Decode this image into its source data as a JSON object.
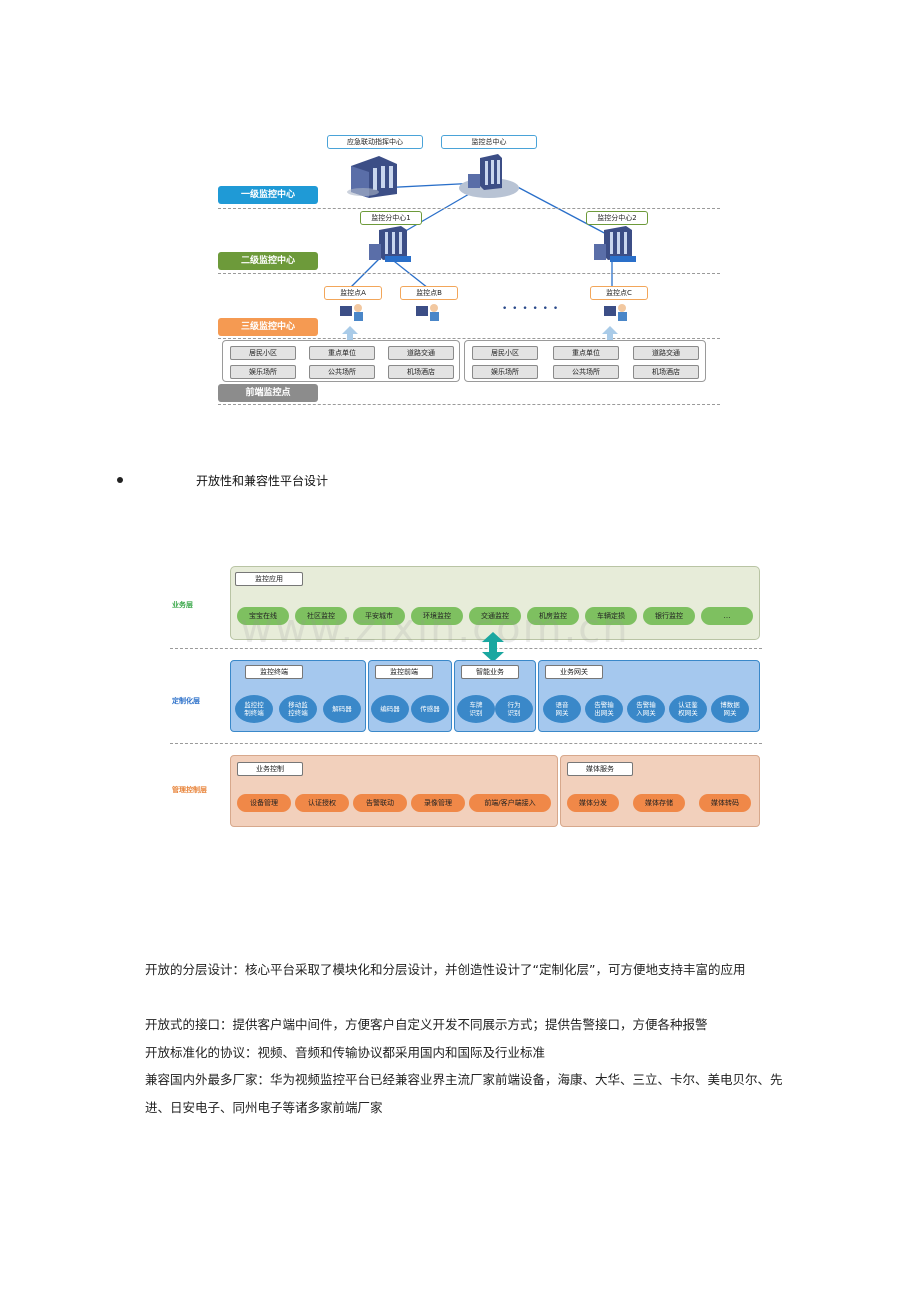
{
  "figure1": {
    "levels": [
      "一级监控中心",
      "二级监控中心",
      "三级监控中心",
      "前端监控点"
    ],
    "level_colors": [
      "#1f9ad6",
      "#6d9a3a",
      "#f59a52",
      "#8c8c8c"
    ],
    "centers": {
      "emergency": "应急联动指挥中心",
      "main": "监控总中心",
      "sub1": "监控分中心1",
      "sub2": "监控分中心2"
    },
    "points": [
      "监控点A",
      "监控点B",
      "监控点C"
    ],
    "ellipsis": "• • • • • •",
    "sites_left": [
      "居民小区",
      "重点单位",
      "道路交通",
      "娱乐场所",
      "公共场所",
      "机场酒店"
    ],
    "sites_right": [
      "居民小区",
      "重点单位",
      "道路交通",
      "娱乐场所",
      "公共场所",
      "机场酒店"
    ]
  },
  "heading": "开放性和兼容性平台设计",
  "figure2": {
    "watermark": "www.zixin.com.cn",
    "layers": {
      "business": "业务层",
      "custom": "定制化层",
      "control": "管理控制层"
    },
    "layer_colors": {
      "business": "#3aa84a",
      "custom": "#2a6fc9",
      "control": "#e8843a"
    },
    "app": {
      "title": "监控应用",
      "items": [
        "宝宝在线",
        "社区监控",
        "平安城市",
        "环境监控",
        "交通监控",
        "机房监控",
        "车辆定损",
        "银行监控",
        "…"
      ]
    },
    "terminal": {
      "title": "监控终端",
      "items": [
        "监控控\n制终端",
        "移动监\n控终端",
        "解码器"
      ]
    },
    "frontend": {
      "title": "监控前端",
      "items": [
        "编码器",
        "传感器"
      ]
    },
    "smart": {
      "title": "智能业务",
      "items": [
        "车牌\n识别",
        "行为\n识别"
      ]
    },
    "gateway": {
      "title": "业务网关",
      "items": [
        "语音\n网关",
        "告警输\n出网关",
        "告警输\n入网关",
        "认证鉴\n权网关",
        "博数据\n网关"
      ]
    },
    "control": {
      "title": "业务控制",
      "items": [
        "设备管理",
        "认证授权",
        "告警联动",
        "录像管理",
        "前端/客户端接入"
      ]
    },
    "media": {
      "title": "媒体服务",
      "items": [
        "媒体分发",
        "媒体存储",
        "媒体转码"
      ]
    }
  },
  "paragraphs": [
    "开放的分层设计：核心平台采取了模块化和分层设计，并创造性设计了“定制化层”，可方便地支持丰富的应用",
    "开放式的接口：提供客户端中间件，方便客户自定义开发不同展示方式；提供告警接口，方便各种报警",
    "开放标准化的协议：视频、音频和传输协议都采用国内和国际及行业标准",
    "兼容国内外最多厂家：华为视频监控平台已经兼容业界主流厂家前端设备，海康、大华、三立、卡尔、美电贝尔、先进、日安电子、同州电子等诸多家前端厂家"
  ]
}
